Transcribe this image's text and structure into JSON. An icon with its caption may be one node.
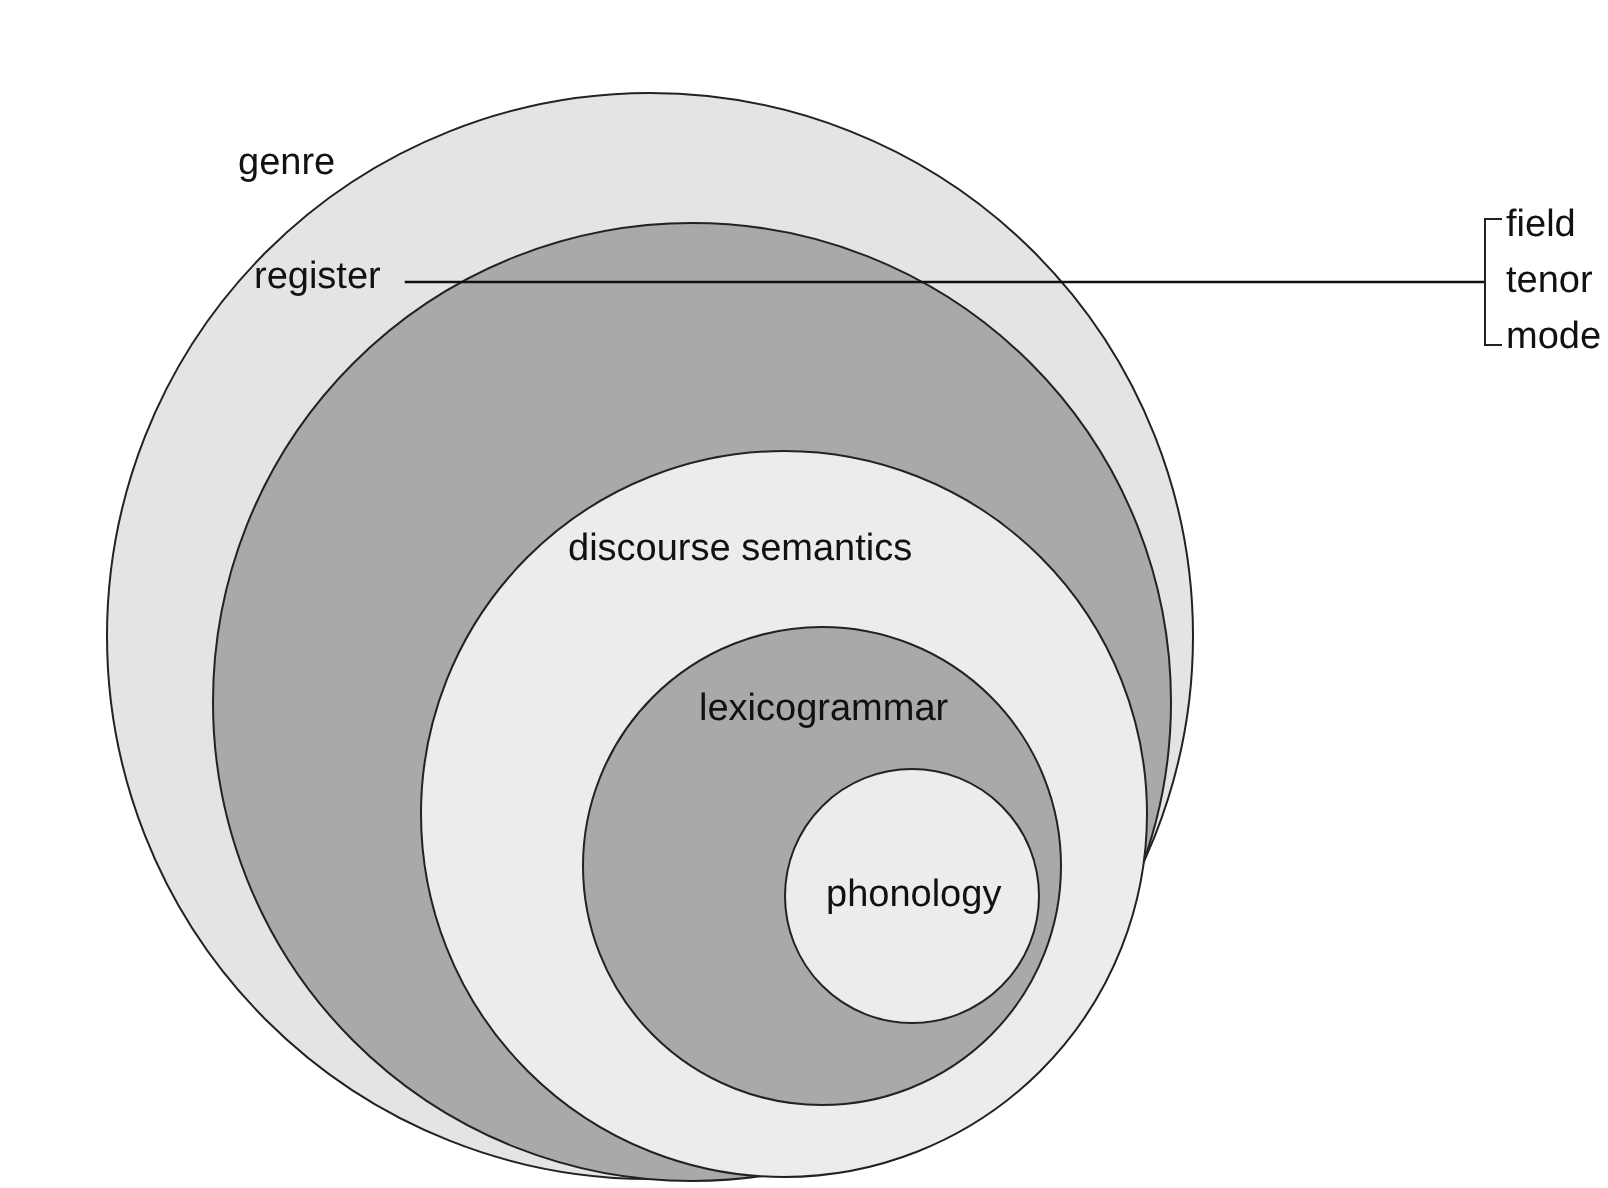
{
  "diagram": {
    "nodes": [
      {
        "text": [
          "genre"
        ]
      },
      {
        "text": [
          "register"
        ],
        "in": 0
      },
      {
        "text": [
          "discourse semantics"
        ],
        "in": 1
      },
      {
        "text": [
          "lexicogrammar"
        ],
        "in": 2
      },
      {
        "text": [
          "phonology"
        ],
        "in": 3
      },
      {
        "text": [
          "field",
          "tenor",
          "mode"
        ]
      }
    ],
    "edges": [
      {
        "from": 1,
        "to": 5,
        "arrow": "none"
      }
    ]
  }
}
